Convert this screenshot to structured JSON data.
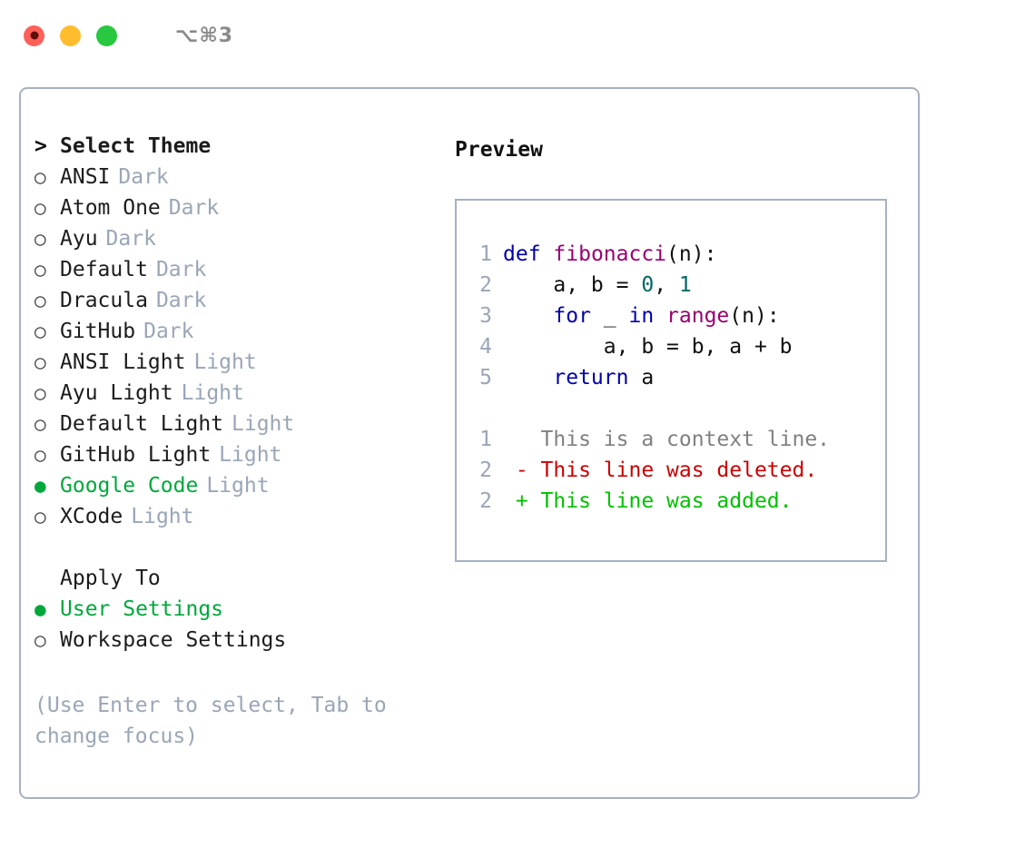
{
  "window": {
    "shortcut_label": "⌥⌘3",
    "traffic_lights": [
      {
        "name": "close",
        "color": "#ff6059"
      },
      {
        "name": "minimize",
        "color": "#ffbd2e"
      },
      {
        "name": "maximize",
        "color": "#28c840"
      }
    ]
  },
  "colors": {
    "accent_green": "#00a83c",
    "muted": "#9aa5b8",
    "border": "#a6b1c2",
    "diff_added": "#00c000",
    "diff_deleted": "#cc0000",
    "diff_context": "#808080",
    "kw": "#0000aa",
    "fn": "#990073",
    "num": "#006666"
  },
  "theme_picker": {
    "caret": ">",
    "title": "Select Theme",
    "radio_off": "○",
    "radio_on": "●",
    "items": [
      {
        "label": "ANSI",
        "tag": "Dark",
        "selected": false
      },
      {
        "label": "Atom One",
        "tag": "Dark",
        "selected": false
      },
      {
        "label": "Ayu",
        "tag": "Dark",
        "selected": false
      },
      {
        "label": "Default",
        "tag": "Dark",
        "selected": false
      },
      {
        "label": "Dracula",
        "tag": "Dark",
        "selected": false
      },
      {
        "label": "GitHub",
        "tag": "Dark",
        "selected": false
      },
      {
        "label": "ANSI Light",
        "tag": "Light",
        "selected": false
      },
      {
        "label": "Ayu Light",
        "tag": "Light",
        "selected": false
      },
      {
        "label": "Default Light",
        "tag": "Light",
        "selected": false
      },
      {
        "label": "GitHub Light",
        "tag": "Light",
        "selected": false
      },
      {
        "label": "Google Code",
        "tag": "Light",
        "selected": true
      },
      {
        "label": "XCode",
        "tag": "Light",
        "selected": false
      }
    ]
  },
  "apply_to": {
    "title": "Apply To",
    "items": [
      {
        "label": "User Settings",
        "selected": true
      },
      {
        "label": "Workspace Settings",
        "selected": false
      }
    ]
  },
  "hint": "(Use Enter to select, Tab to change focus)",
  "preview": {
    "title": "Preview",
    "code_lines": [
      {
        "num": "1",
        "tokens": [
          {
            "t": "def",
            "c": "kw"
          },
          {
            "t": " ",
            "c": "plain"
          },
          {
            "t": "fibonacci",
            "c": "fn"
          },
          {
            "t": "(n):",
            "c": "plain"
          }
        ]
      },
      {
        "num": "2",
        "tokens": [
          {
            "t": "    a, b = ",
            "c": "plain"
          },
          {
            "t": "0",
            "c": "num"
          },
          {
            "t": ", ",
            "c": "plain"
          },
          {
            "t": "1",
            "c": "num"
          }
        ]
      },
      {
        "num": "3",
        "tokens": [
          {
            "t": "    ",
            "c": "plain"
          },
          {
            "t": "for",
            "c": "kw"
          },
          {
            "t": " _ ",
            "c": "plain"
          },
          {
            "t": "in",
            "c": "kw"
          },
          {
            "t": " ",
            "c": "plain"
          },
          {
            "t": "range",
            "c": "fn"
          },
          {
            "t": "(n):",
            "c": "plain"
          }
        ]
      },
      {
        "num": "4",
        "tokens": [
          {
            "t": "        a, b = b, a + b",
            "c": "plain"
          }
        ]
      },
      {
        "num": "5",
        "tokens": [
          {
            "t": "    ",
            "c": "plain"
          },
          {
            "t": "return",
            "c": "kw"
          },
          {
            "t": " a",
            "c": "plain"
          }
        ]
      }
    ],
    "diff_lines": [
      {
        "num": "1",
        "marker": " ",
        "text": "This is a context line.",
        "kind": "ctx"
      },
      {
        "num": "2",
        "marker": "-",
        "text": "This line was deleted.",
        "kind": "del"
      },
      {
        "num": "2",
        "marker": "+",
        "text": "This line was added.",
        "kind": "add"
      }
    ]
  }
}
